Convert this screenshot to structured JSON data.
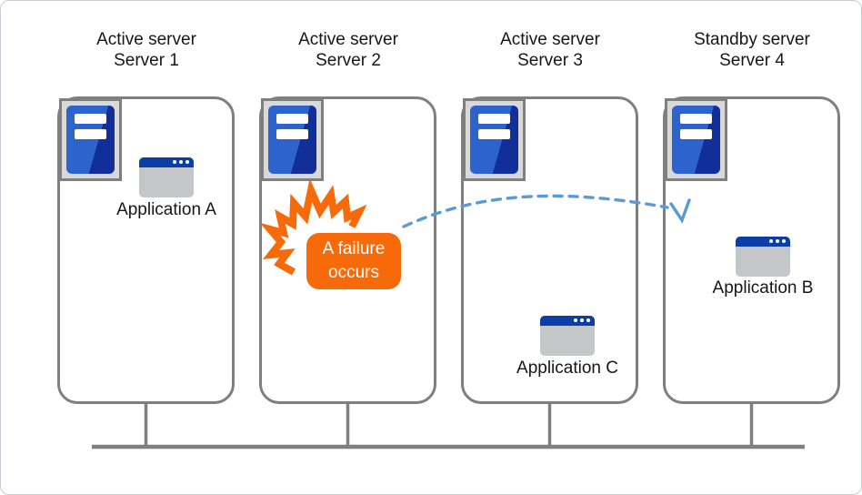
{
  "servers": [
    {
      "role": "Active server",
      "name": "Server 1",
      "app": "Application A"
    },
    {
      "role": "Active server",
      "name": "Server 2",
      "failure": "A failure occurs"
    },
    {
      "role": "Active server",
      "name": "Server 3",
      "app": "Application C"
    },
    {
      "role": "Standby server",
      "name": "Server 4",
      "app": "Application B"
    }
  ],
  "colors": {
    "box_border_gray": "#7f7f7f",
    "icon_frame_gray": "#d9d9d9",
    "server_blue_light": "#2d63cc",
    "server_blue_dark": "#112e99",
    "app_titlebar_blue": "#0b3fa5",
    "app_body_gray": "#c5c6c7",
    "failure_orange": "#f76a0a",
    "arrow_blue": "#5b9bd5",
    "network_line_gray": "#7f7f7f"
  },
  "icons": {
    "server": "server-tower-icon",
    "application": "app-window-icon",
    "failure_burst": "failure-burst-icon",
    "failover_arrow": "failover-dashed-arrow-icon",
    "network": "network-bus-line"
  }
}
